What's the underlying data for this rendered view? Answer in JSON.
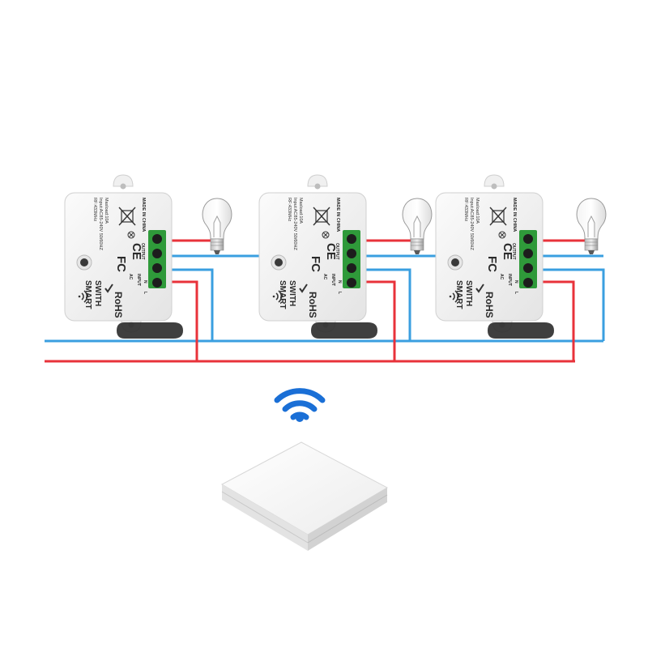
{
  "colors": {
    "live_wire": "#e8323a",
    "neutral_wire": "#3a9fe0",
    "module_body": "#f2f2f2",
    "terminal_green": "#2f9a3a",
    "wifi_blue": "#1a6fd6"
  },
  "module": {
    "spec_line1": "RF:433MHz",
    "spec_line2": "Input:AC85-240V 50/60HZ",
    "spec_line3": "Maxload:10A",
    "made_in": "MADE IN CHINA",
    "fc_mark": "FC",
    "ce_mark": "CE",
    "rohs_mark": "RoHS",
    "brand_line1": "SMART",
    "brand_line2": "SWITH",
    "output_label": "OUTPUT",
    "input_label": "INPUT",
    "ac_label": "AC",
    "terminal_l": "L",
    "terminal_n": "N",
    "icon_names": [
      "weee-bin-icon",
      "bulb-symbol-icon",
      "wifi-icon",
      "check-icon"
    ]
  },
  "modules": [
    {
      "id": "module-1"
    },
    {
      "id": "module-2"
    },
    {
      "id": "module-3"
    }
  ],
  "bulbs": [
    {
      "id": "bulb-1"
    },
    {
      "id": "bulb-2"
    },
    {
      "id": "bulb-3"
    }
  ],
  "wall_switch": {
    "icon": "wireless-wall-switch",
    "signal_icon": "wifi-signal-icon"
  }
}
